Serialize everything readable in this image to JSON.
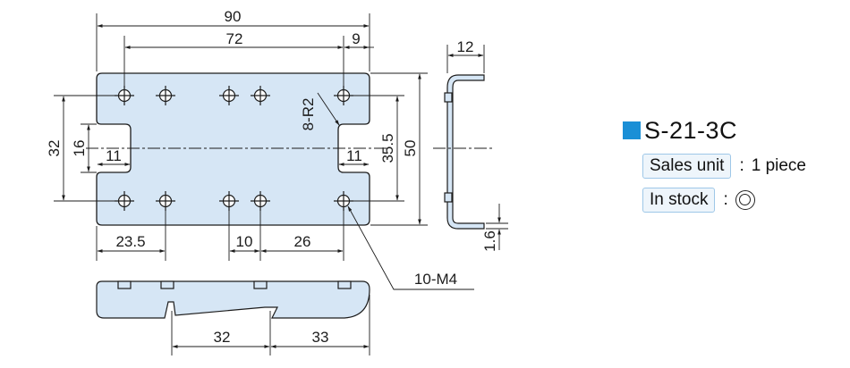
{
  "product": {
    "code": "S-21-3C",
    "sales_unit_label": "Sales unit",
    "sales_unit_value": "1 piece",
    "stock_label": "In stock",
    "stock_symbol_name": "double-circle-icon",
    "accent_color": "#1a8fd6"
  },
  "dimensions": {
    "d90": "90",
    "d72": "72",
    "d9": "9",
    "d12": "12",
    "d32v": "32",
    "d16": "16",
    "d11l": "11",
    "d11r": "11",
    "d35_5": "35.5",
    "d50": "50",
    "r2": "8-R2",
    "d23_5": "23.5",
    "d10": "10",
    "d26": "26",
    "m4": "10-M4",
    "d1_6": "1.6",
    "d32h": "32",
    "d33": "33"
  },
  "colors": {
    "plate_fill": "#d6e6f5",
    "line": "#1c1c1c"
  }
}
